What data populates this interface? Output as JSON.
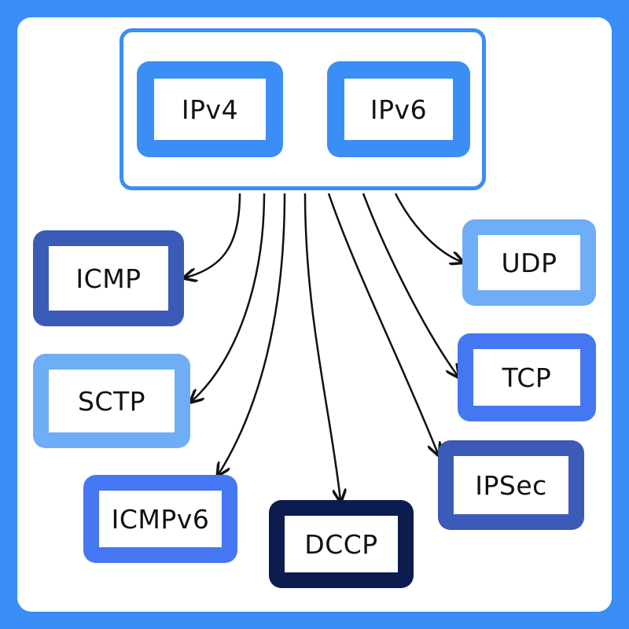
{
  "colors": {
    "background": "#3a8ef5",
    "panel": "#ffffff",
    "arrow": "#111111"
  },
  "sources": [
    {
      "id": "ipv4",
      "label": "IPv4",
      "color": "#3a8ef5"
    },
    {
      "id": "ipv6",
      "label": "IPv6",
      "color": "#3a8ef5"
    }
  ],
  "protocols": [
    {
      "id": "icmp",
      "label": "ICMP",
      "color": "#3c5ab8"
    },
    {
      "id": "sctp",
      "label": "SCTP",
      "color": "#6fadf6"
    },
    {
      "id": "icmpv6",
      "label": "ICMPv6",
      "color": "#4577f2"
    },
    {
      "id": "dccp",
      "label": "DCCP",
      "color": "#0d1c4e"
    },
    {
      "id": "ipsec",
      "label": "IPSec",
      "color": "#3c5ab8"
    },
    {
      "id": "tcp",
      "label": "TCP",
      "color": "#4577f2"
    },
    {
      "id": "udp",
      "label": "UDP",
      "color": "#6fadf6"
    }
  ]
}
